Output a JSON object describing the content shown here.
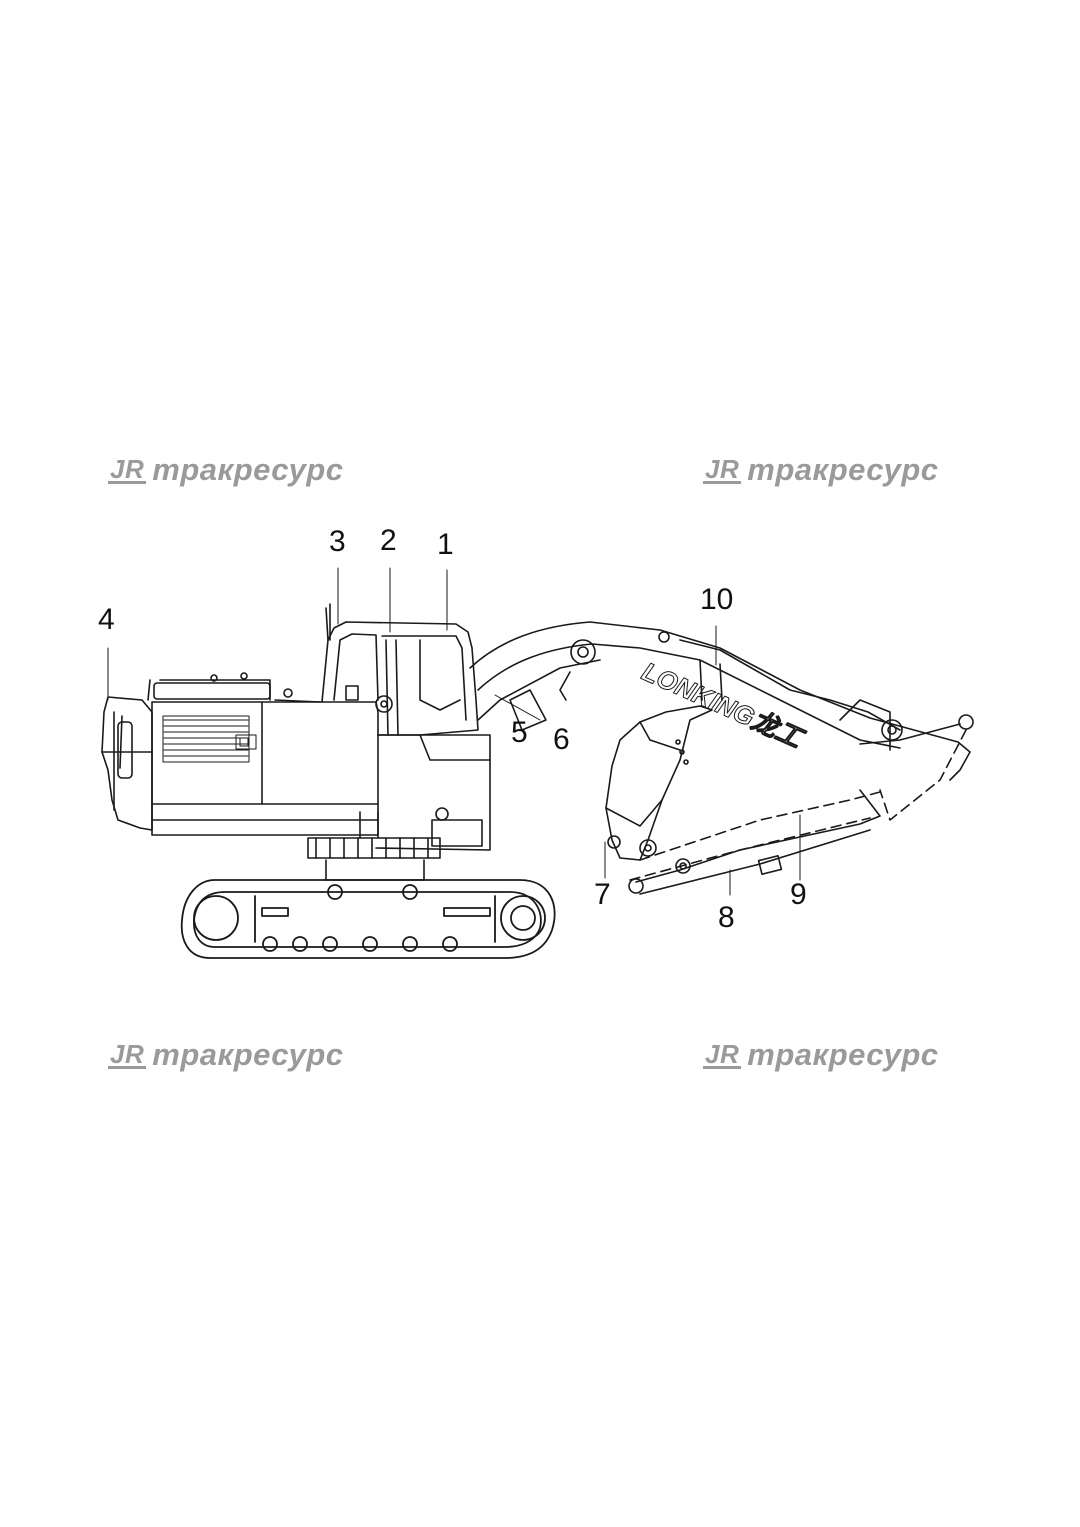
{
  "watermark": {
    "logo": "JR",
    "text": "тракресурс"
  },
  "brand_on_boom": "LONKING龙工",
  "callouts": [
    {
      "id": "1",
      "label": "1"
    },
    {
      "id": "2",
      "label": "2"
    },
    {
      "id": "3",
      "label": "3"
    },
    {
      "id": "4",
      "label": "4"
    },
    {
      "id": "5",
      "label": "5"
    },
    {
      "id": "6",
      "label": "6"
    },
    {
      "id": "7",
      "label": "7"
    },
    {
      "id": "8",
      "label": "8"
    },
    {
      "id": "9",
      "label": "9"
    },
    {
      "id": "10",
      "label": "10"
    }
  ],
  "colors": {
    "line": "#1a1a1a",
    "watermark": "#9a9a9a",
    "background": "#ffffff"
  }
}
